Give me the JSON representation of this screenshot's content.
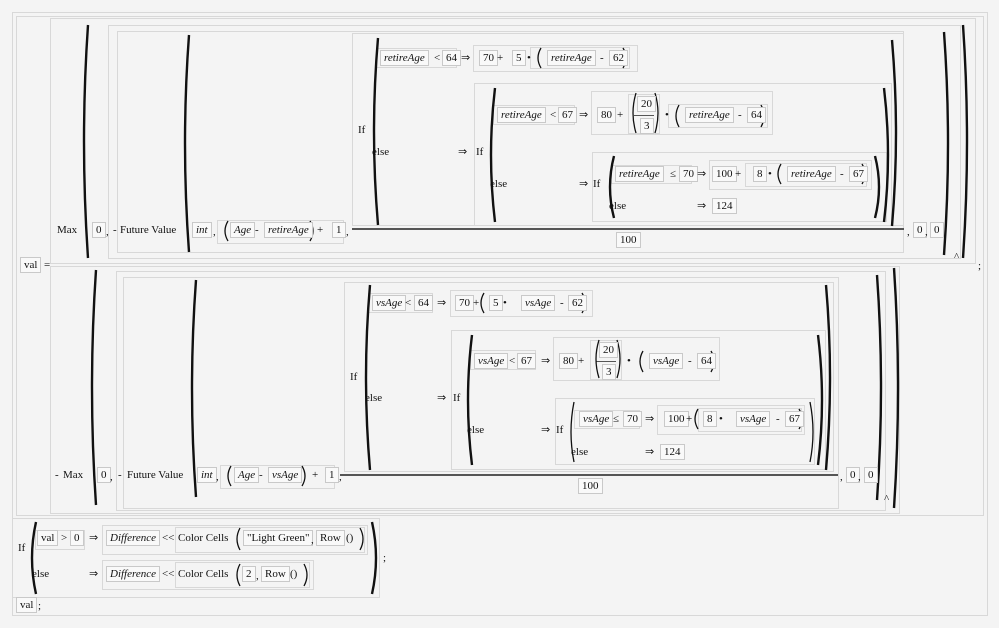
{
  "assignment": {
    "var": "val",
    "equals": "=",
    "terminator": ";"
  },
  "top_expr": [
    "Max",
    "0",
    ",",
    "-",
    "Future Value",
    "int",
    ",",
    "Age",
    "-",
    "retireAge",
    "+",
    "1",
    ",",
    "If",
    "retireAge",
    "<",
    "64",
    "⇒",
    "70",
    "+",
    "5",
    "•",
    "retireAge",
    "-",
    "62",
    "else",
    "⇒",
    "If",
    "retireAge",
    "<",
    "67",
    "⇒",
    "80",
    "+",
    "20",
    "3",
    "•",
    "retireAge",
    "-",
    "64",
    "else",
    "⇒",
    "If",
    "retireAge",
    "≤",
    "70",
    "⇒",
    "100",
    "+",
    "8",
    "•",
    "retireAge",
    "-",
    "67",
    "else",
    "⇒",
    "124",
    "100",
    ",",
    "0",
    ",",
    "0",
    "^"
  ],
  "bottom_expr": [
    "-",
    "Max",
    "0",
    ",",
    "-",
    "Future Value",
    "int",
    ",",
    "Age",
    "-",
    "vsAge",
    "+",
    "1",
    ",",
    "If",
    "vsAge",
    "<",
    "64",
    "⇒",
    "70",
    "+",
    "5",
    "•",
    "vsAge",
    "-",
    "62",
    "else",
    "⇒",
    "If",
    "vsAge",
    "<",
    "67",
    "⇒",
    "80",
    "+",
    "20",
    "3",
    "•",
    "vsAge",
    "-",
    "64",
    "else",
    "⇒",
    "If",
    "vsAge",
    "≤",
    "70",
    "⇒",
    "100",
    "+",
    "8",
    "•",
    "vsAge",
    "-",
    "67",
    "else",
    "⇒",
    "124",
    "100",
    ",",
    "0",
    ",",
    "0",
    "^"
  ],
  "color_if": [
    "If",
    "val",
    ">",
    "0",
    "⇒",
    "Difference",
    "<<",
    "Color Cells",
    "\"Light Green\"",
    ",",
    "Row",
    "else",
    "⇒",
    "Difference",
    "<<",
    "Color Cells",
    "2",
    ",",
    "Row",
    ";",
    "()",
    "()"
  ],
  "footer": {
    "var": "val",
    "terminator": ";"
  }
}
